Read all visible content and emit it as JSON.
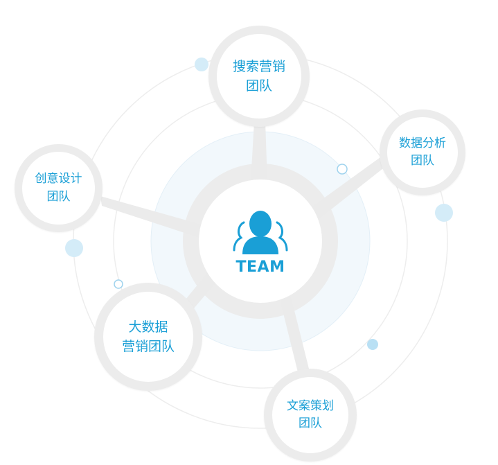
{
  "center": {
    "label": "TEAM",
    "icon": "team-people-icon"
  },
  "nodes": [
    {
      "id": "search",
      "line1": "搜索营销",
      "line2": "团队"
    },
    {
      "id": "data",
      "line1": "数据分析",
      "line2": "团队"
    },
    {
      "id": "design",
      "line1": "创意设计",
      "line2": "团队"
    },
    {
      "id": "bigdata",
      "line1": "大数据",
      "line2": "营销团队"
    },
    {
      "id": "copy",
      "line1": "文案策划",
      "line2": "团队"
    }
  ],
  "colors": {
    "accent": "#1a9fd6",
    "node_ring": "#ececec",
    "orbit_line": "#e8e8e8",
    "light_blue": "#cfe9f7",
    "pale_blue_fill": "#f2f8fc"
  }
}
